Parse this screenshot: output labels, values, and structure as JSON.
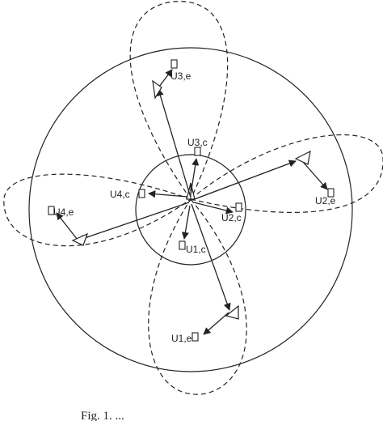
{
  "labels": {
    "u3e": "U3,e",
    "u3c": "U3,c",
    "u4c": "U4,c",
    "u4e": "U4,e",
    "u2c": "U2,c",
    "u2e": "U2,e",
    "u1c": "U1,c",
    "u1e": "U1,e"
  },
  "caption": "Fig. 1.   ..."
}
